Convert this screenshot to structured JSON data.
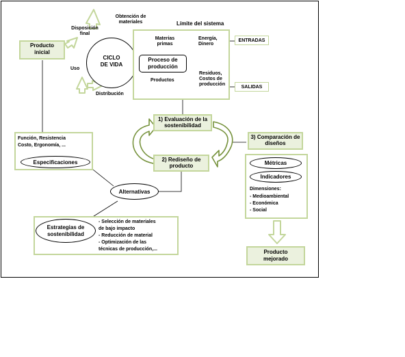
{
  "lifecycle": {
    "center_line1": "CICLO",
    "center_line2": "DE VIDA",
    "stage_obtencion": "Obtención de materiales",
    "stage_disposicion": "Disposición final",
    "stage_uso": "Uso",
    "stage_distribucion": "Distribución"
  },
  "producto_inicial": {
    "line1": "Producto",
    "line2": "inicial"
  },
  "system": {
    "limit_label": "Límite del sistema",
    "materias_primas": "Materias primas",
    "energia_dinero": "Energía, Dinero",
    "proceso_line1": "Proceso de",
    "proceso_line2": "producción",
    "productos": "Productos",
    "residuos": "Residuos, Costos de producción",
    "entradas": "ENTRADAS",
    "salidas": "SALIDAS"
  },
  "steps": {
    "evaluacion": "1) Evaluación de la sostenibilidad",
    "rediseno": "2) Rediseño de producto",
    "comparacion": "3) Comparación de diseños"
  },
  "specs": {
    "items_line1": "Función,  Resistencia",
    "items_line2": "Costo, Ergonomía, ...",
    "label": "Especificaciones"
  },
  "alternativas": "Alternativas",
  "estrategias": {
    "label": "Estrategias de sostenibilidad",
    "items": [
      "- Selección  de materiales",
      "   de bajo impacto",
      "- Reducción  de  material",
      "- Optimización de las",
      "   técnicas de producción,..."
    ]
  },
  "metrics": {
    "metricas": "Métricas",
    "indicadores": "Indicadores",
    "dimensiones_title": "Dimensiones:",
    "dimensiones": [
      "- Medioambiental",
      "- Económica",
      "- Social"
    ]
  },
  "producto_mejorado": {
    "line1": "Producto",
    "line2": "mejorado"
  },
  "colors": {
    "green_border": "#c3d69b",
    "green_fill": "#ebf1de",
    "arrow_dark": "#76923c"
  }
}
